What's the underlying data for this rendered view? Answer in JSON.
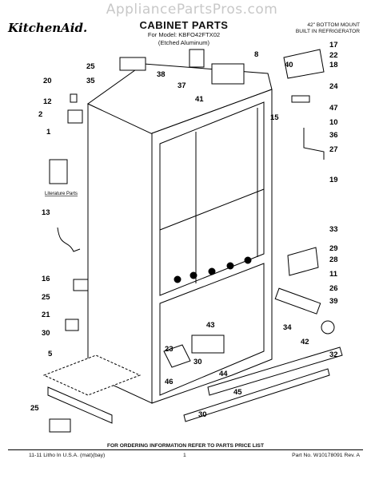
{
  "watermark": "AppliancePartsPros.com",
  "header": {
    "brand": "KitchenAid.",
    "title": "CABINET PARTS",
    "model_line": "For Model: KBFO42FTX02",
    "finish_line": "(Etched Aluminum)",
    "right_line1": "42\" BOTTOM MOUNT",
    "right_line2": "BUILT IN REFRIGERATOR"
  },
  "diagram": {
    "literature_label": "Literature Parts",
    "callouts": [
      "1",
      "2",
      "5",
      "8",
      "10",
      "11",
      "12",
      "13",
      "15",
      "16",
      "17",
      "18",
      "19",
      "20",
      "21",
      "22",
      "23",
      "24",
      "25",
      "26",
      "27",
      "28",
      "29",
      "30",
      "32",
      "33",
      "34",
      "35",
      "36",
      "37",
      "38",
      "39",
      "40",
      "41",
      "42",
      "43",
      "44",
      "45",
      "46",
      "47"
    ]
  },
  "footer": {
    "order_note": "FOR ORDERING INFORMATION REFER TO PARTS PRICE LIST",
    "litho": "11-11 Litho In U.S.A. (mat)(bay)",
    "page": "1",
    "part_no": "Part No. W10178091 Rev. A"
  }
}
